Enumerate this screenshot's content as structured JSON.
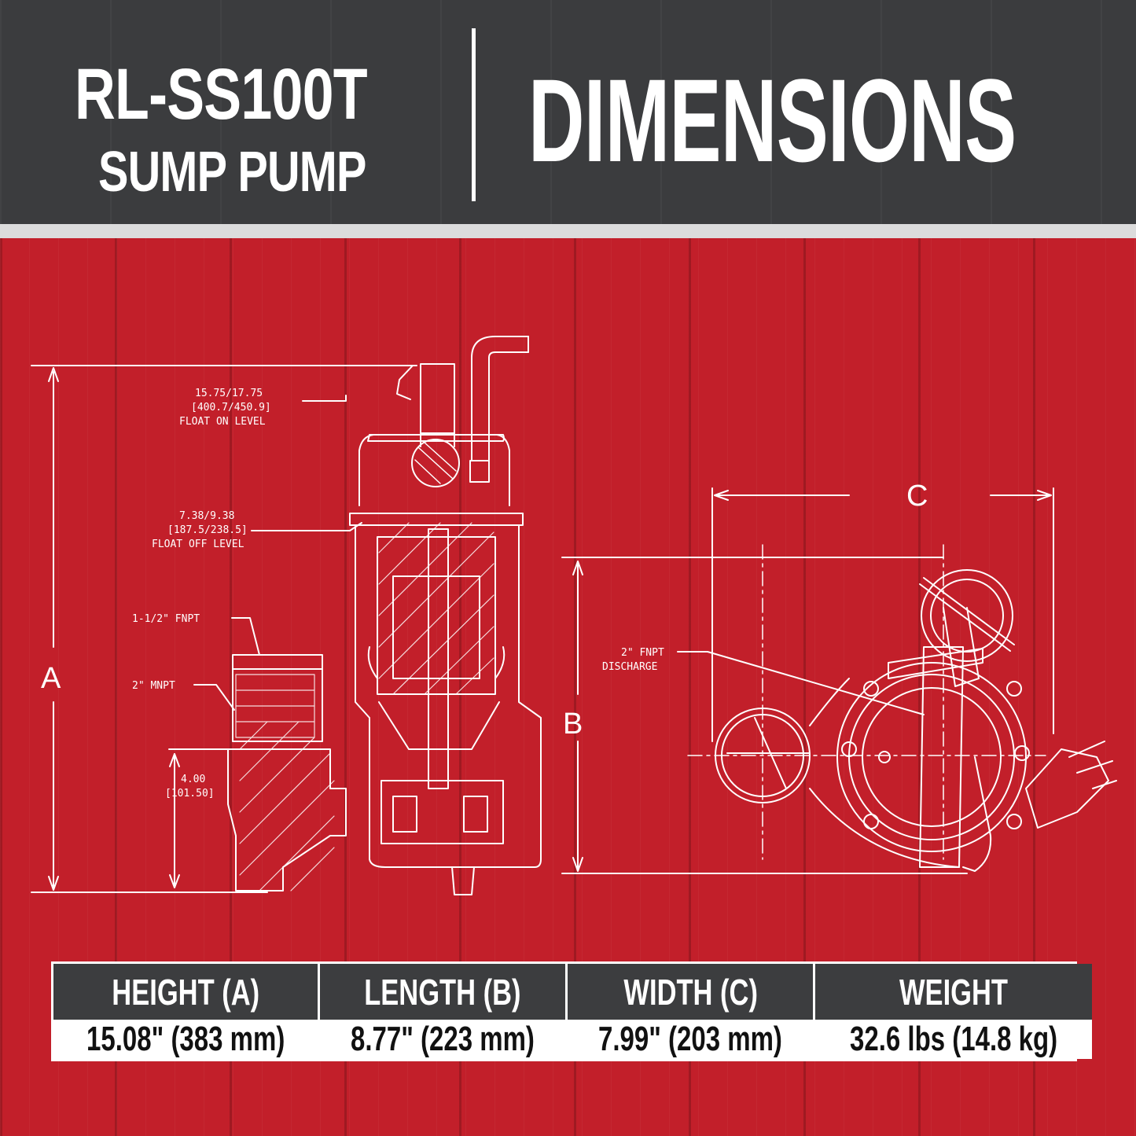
{
  "header": {
    "model": "RL-SS100T",
    "subtitle": "SUMP PUMP",
    "heading": "DIMENSIONS"
  },
  "drawing": {
    "dimension_letters": {
      "a": "A",
      "b": "B",
      "c": "C"
    },
    "callouts": {
      "float_on_1": "15.75/17.75",
      "float_on_2": "[400.7/450.9]",
      "float_on_3": "FLOAT ON LEVEL",
      "float_off_1": "7.38/9.38",
      "float_off_2": "[187.5/238.5]",
      "float_off_3": "FLOAT OFF LEVEL",
      "fnpt": "1-1/2\" FNPT",
      "mnpt": "2\" MNPT",
      "inlet_1": "4.00",
      "inlet_2": "[101.50]",
      "discharge_1": "2\" FNPT",
      "discharge_2": "DISCHARGE"
    }
  },
  "specs": {
    "columns": [
      {
        "header": "HEIGHT  (A)",
        "value": "15.08\" (383 mm)"
      },
      {
        "header": "LENGTH  (B)",
        "value": "8.77\" (223 mm)"
      },
      {
        "header": "WIDTH  (C)",
        "value": "7.99\" (203 mm)"
      },
      {
        "header": "WEIGHT",
        "value": "32.6 lbs (14.8 kg)"
      }
    ]
  },
  "colors": {
    "background_red": "#c21f2a",
    "header_gray": "#3b3c3e",
    "line_white": "#ffffff"
  }
}
